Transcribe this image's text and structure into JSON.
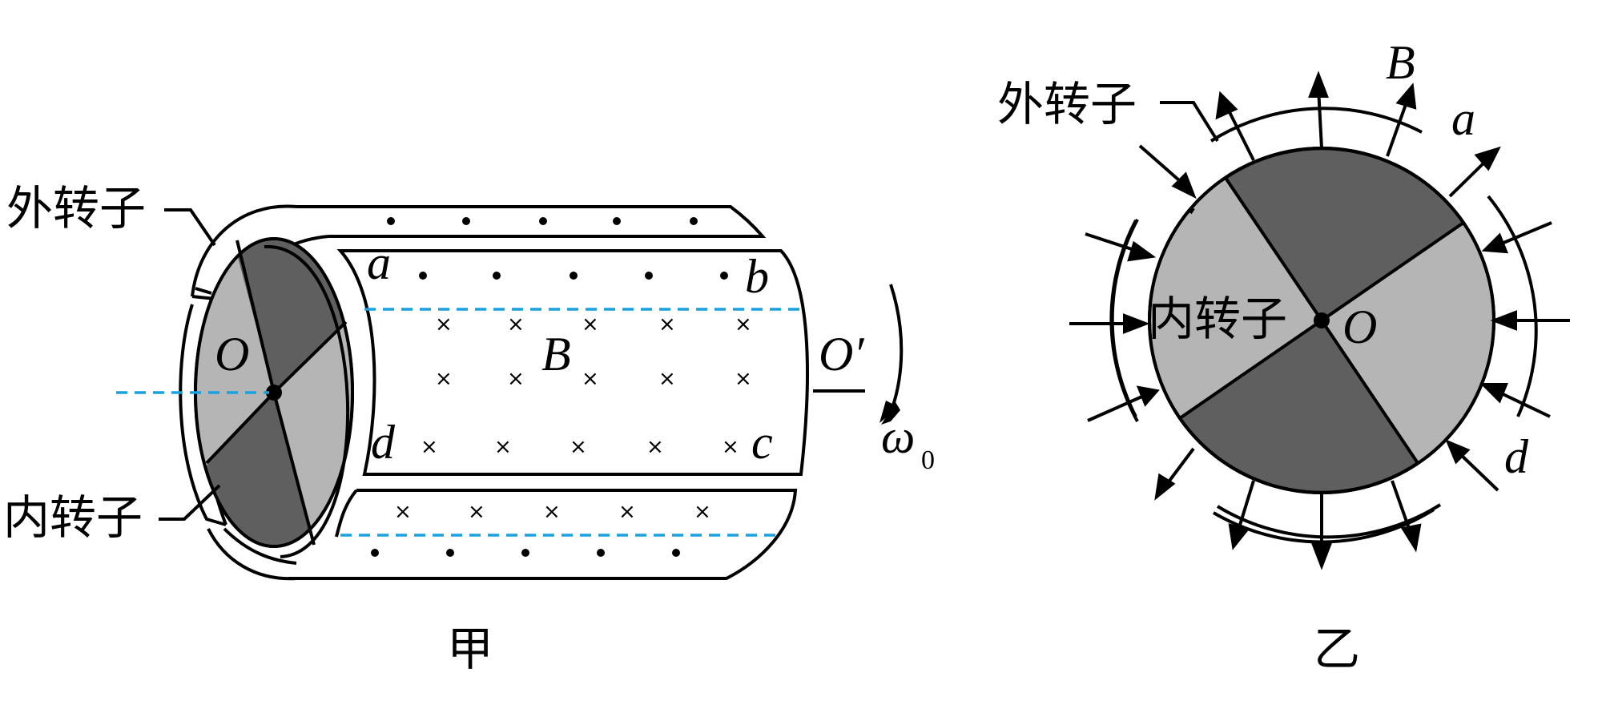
{
  "fig_jia": {
    "outer_rotor_label": "外转子",
    "inner_rotor_label": "内转子",
    "axis_point_O": "O",
    "axis_point_O_prime": "O′",
    "corner_a": "a",
    "corner_b": "b",
    "corner_c": "c",
    "corner_d": "d",
    "field_label": "B",
    "omega_symbol": "ω",
    "omega_subscript": "0",
    "caption": "甲"
  },
  "fig_yi": {
    "outer_rotor_label": "外转子",
    "inner_rotor_label": "内转子",
    "center_label": "O",
    "field_label": "B",
    "side_a": "a",
    "side_d": "d",
    "caption": "乙"
  },
  "colors": {
    "dark_sector": "#5f5f5f",
    "light_sector": "#b5b5b5",
    "dashed_axis": "#1aa1e0",
    "ink": "#000000"
  }
}
